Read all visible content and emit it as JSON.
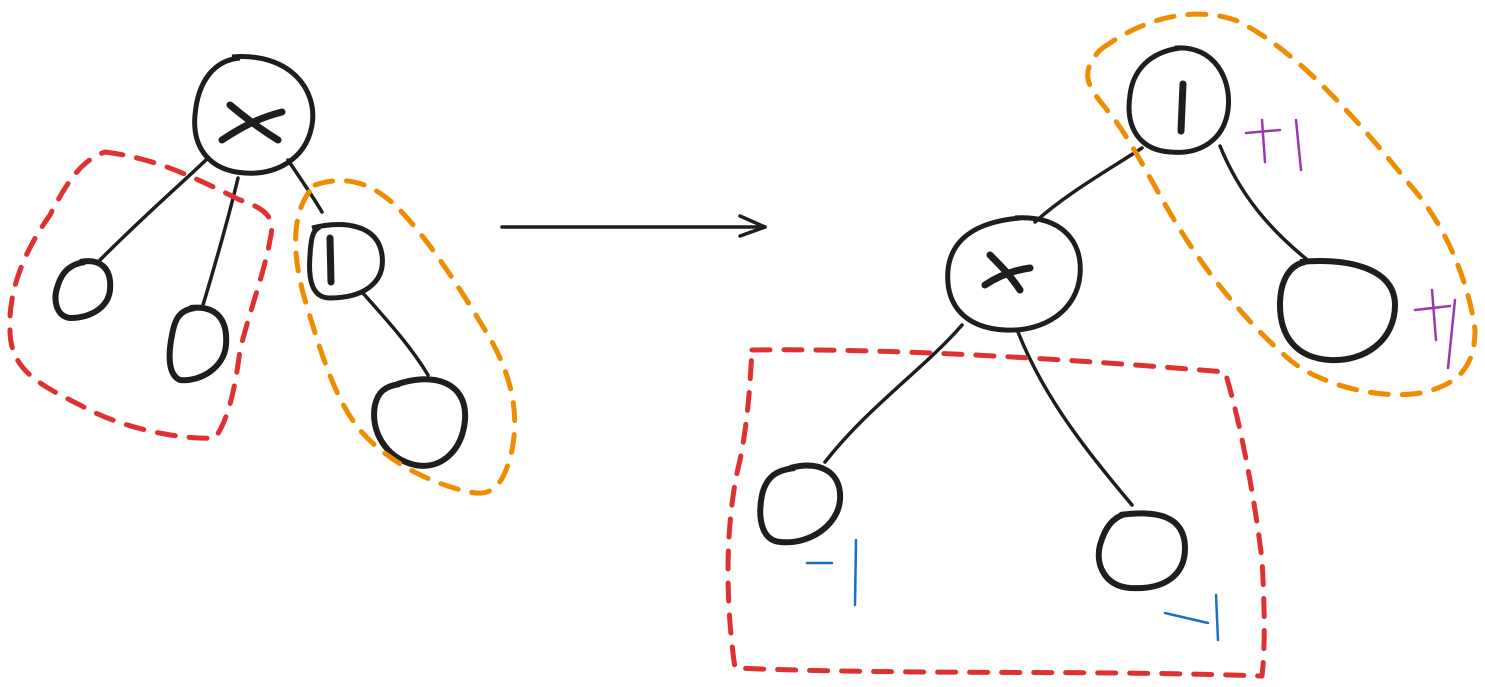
{
  "diagram": {
    "title": "",
    "before_tree": {
      "root": {
        "label": "X"
      },
      "right_child": {
        "label": "1"
      },
      "left_subtree_color": "#e03131",
      "right_subtree_color": "#f08c00"
    },
    "after_tree": {
      "root": {
        "label": "1"
      },
      "left_child": {
        "label": "X"
      },
      "left_subtree_color": "#e03131",
      "right_subtree_color": "#f08c00"
    },
    "annotations": {
      "root_delta": "+1",
      "right_leaf_delta": "+1",
      "left_leaf_delta": "-1",
      "right_inner_leaf_delta": "-1",
      "plus_color": "#9c36b5",
      "minus_color": "#1971c2"
    },
    "arrow_icon": "right-arrow-icon"
  }
}
